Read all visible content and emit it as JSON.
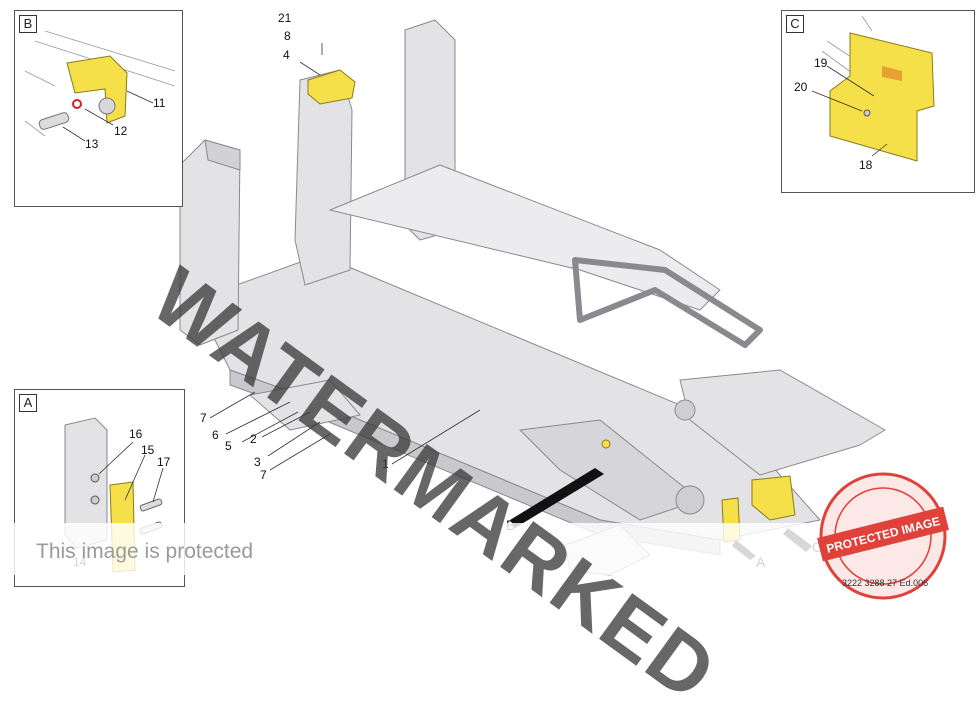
{
  "diagram": {
    "inset_labels": [
      "A",
      "B",
      "C"
    ],
    "callouts": {
      "main": [
        "21",
        "8",
        "4",
        "7",
        "6",
        "5",
        "2",
        "3",
        "7",
        "1"
      ],
      "inset_a": [
        "16",
        "15",
        "17",
        "14"
      ],
      "inset_b": [
        "11",
        "12",
        "13"
      ],
      "inset_c": [
        "19",
        "20",
        "18"
      ]
    },
    "view_markers": [
      "B",
      "A",
      "C"
    ],
    "watermark": "WATERMARKED",
    "protected_text": "This image is protected",
    "stamp_text": "PROTECTED IMAGE",
    "doc_code": "3222 3288 27 Ed.006",
    "colors": {
      "highlight": "#f5e04a",
      "frame": "#e3e3e6",
      "frame_dark": "#c9c9cd",
      "outline": "#8a8a8e",
      "stamp": "#e0413a"
    }
  }
}
